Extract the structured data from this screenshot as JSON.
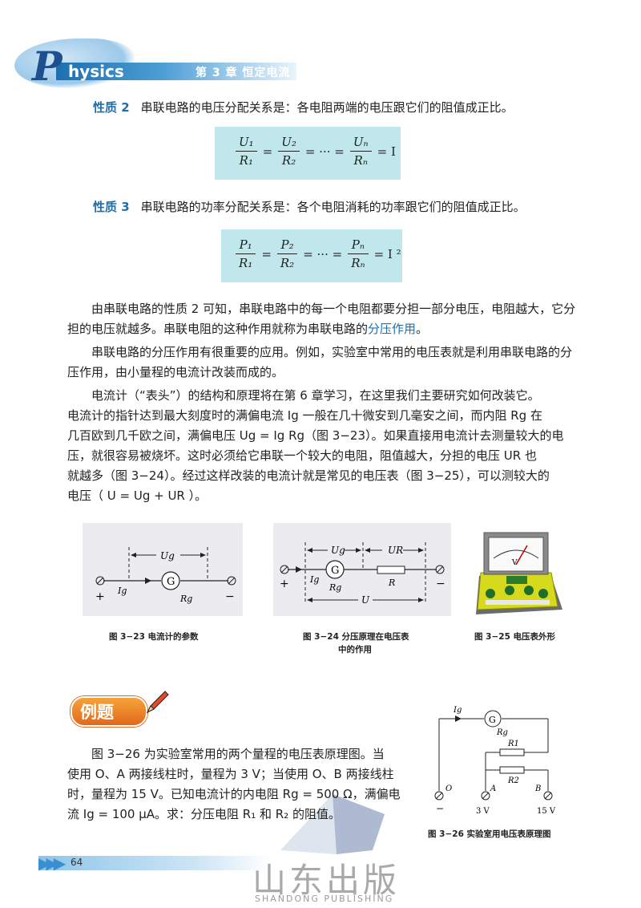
{
  "header": {
    "logo_first": "P",
    "logo_rest": "hysics",
    "chapter": "第 3 章   恒定电流"
  },
  "prop2": {
    "label": "性质 2",
    "text": "串联电路的电压分配关系是：各电阻两端的电压跟它们的阻值成正比。",
    "formula": {
      "n1": "U₁",
      "d1": "R₁",
      "n2": "U₂",
      "d2": "R₂",
      "mid": "= ··· =",
      "n3": "Uₙ",
      "d3": "Rₙ",
      "rhs": "= I"
    }
  },
  "prop3": {
    "label": "性质 3",
    "text": "串联电路的功率分配关系是：各个电阻消耗的功率跟它们的阻值成正比。",
    "formula": {
      "n1": "P₁",
      "d1": "R₁",
      "n2": "P₂",
      "d2": "R₂",
      "mid": "= ··· =",
      "n3": "Pₙ",
      "d3": "Rₙ",
      "rhs": "= I ²"
    }
  },
  "paragraphs": {
    "p1_a": "由串联电路的性质 2 可知，串联电路中的每一个电阻都要分担一部分电压，电阻越大，它分担的电压就越多。串联电阻的这种作用就称为串联电路的",
    "p1_kw": "分压作用",
    "p1_b": "。",
    "p2": "串联电路的分压作用有很重要的应用。例如，实验室中常用的电压表就是利用串联电路的分压作用，由小量程的电流计改装而成的。",
    "p3_l1": "电流计（“表头”）的结构和原理将在第 6 章学习，在这里我们主要研究如何改装它。",
    "p3_l2": "电流计的指针达到最大刻度时的满偏电流 Ig 一般在几十微安到几毫安之间，而内阻 Rg 在",
    "p3_l3": "几百欧到几千欧之间，满偏电压 Ug = Ig Rg（图 3−23）。如果直接用电流计去测量较大的电",
    "p3_l4": "压，就很容易被烧坏。这时必须给它串联一个较大的电阻，阻值越大，分担的电压 UR 也",
    "p3_l5": "就越多（图 3−24）。经过这样改装的电流计就是常见的电压表（图 3−25），可以测较大的",
    "p3_l6": "电压（ U = Ug + UR ）。"
  },
  "fig23": {
    "caption": "图 3−23   电流计的参数",
    "ug": "Ug",
    "ig": "Ig",
    "rg": "Rg",
    "g": "G",
    "plus": "+",
    "minus": "−"
  },
  "fig24": {
    "caption_l1": "图 3−24   分压原理在电压表",
    "caption_l2": "中的作用",
    "ug": "Ug",
    "ur": "UR",
    "ig": "Ig",
    "rg": "Rg",
    "r": "R",
    "u": "U",
    "g": "G",
    "plus": "+",
    "minus": "−"
  },
  "fig25": {
    "caption": "图 3−25   电压表外形",
    "dial_label": "V"
  },
  "example": {
    "badge": "例题",
    "l1": "图 3−26 为实验室常用的两个量程的电压表原理图。当",
    "l2": "使用 O、A 两接线柱时，量程为 3 V；当使用 O、B 两接线柱",
    "l3": "时，量程为 15 V。已知电流计的内电阻 Rg = 500 Ω，满偏电",
    "l4": "流 Ig = 100 μA。求：分压电阻 R₁ 和 R₂ 的阻值。"
  },
  "fig26": {
    "caption": "图 3−26   实验室用电压表原理图",
    "ig": "Ig",
    "g": "G",
    "rg": "Rg",
    "r1": "R1",
    "r2": "R2",
    "o": "O",
    "a": "A",
    "b": "B",
    "minus": "−",
    "v3": "3 V",
    "v15": "15 V"
  },
  "footer": {
    "page": "64",
    "publisher": "山东出版",
    "publisher_en": "SHANDONG PUBLISHING"
  },
  "colors": {
    "accent": "#1d6fae",
    "formula_bg": "#bfe7ec",
    "figure_bg": "#ececf0"
  }
}
